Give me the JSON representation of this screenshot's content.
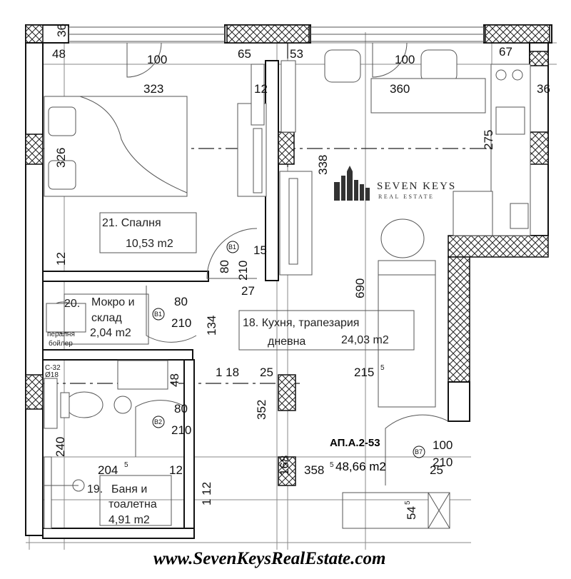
{
  "rooms": {
    "bedroom": {
      "label": "21. Спалня",
      "area": "10,53 m2"
    },
    "storage": {
      "num": "20.",
      "label1": "Мокро и",
      "label2": "склад",
      "area": "2,04 m2",
      "note1": "пералня",
      "note2": "бойлер"
    },
    "kitchen": {
      "label": "18. Кухня, трапезария",
      "label2": "дневна",
      "area": "24,03 m2"
    },
    "bath": {
      "num": "19.",
      "label1": "Баня и",
      "label2": "тоалетна",
      "area": "4,91 m2"
    }
  },
  "apartment": {
    "id": "АП.А.2-53",
    "area": "48,66 m2"
  },
  "doors": {
    "b1a": "B1",
    "b1b": "B1",
    "b2": "B2",
    "b7": "B7"
  },
  "dimensions": {
    "d36_top": "36",
    "d48": "48",
    "d100_left": "100",
    "d65": "65",
    "d53": "53",
    "d100_right": "100",
    "d67": "67",
    "d323": "323",
    "d12_closet": "12",
    "d360": "360",
    "d36_right": "36",
    "d326": "326",
    "d338": "338",
    "d275": "275",
    "d12_left": "12",
    "d80_door": "80",
    "d210_door": "210",
    "d15": "15",
    "d27": "27",
    "d80_storage": "80",
    "d210_storage": "210",
    "d134": "134",
    "d690": "690",
    "d118": "1 18",
    "d25a": "25",
    "d215": "215",
    "d215_sup": "5",
    "d48_bath": "48",
    "d80_bath": "80",
    "d210_bath": "210",
    "d352": "352",
    "d240": "240",
    "d100_entry": "100",
    "d210_entry": "210",
    "d204": "204",
    "d204_sup": "5",
    "d12_bath": "12",
    "d168": "168",
    "d358": "358",
    "d358_sup": "5",
    "d25b": "25",
    "d112": "1 12",
    "d54": "54",
    "d54_sup": "5"
  },
  "logo": {
    "name": "SEVEN KEYS",
    "sub": "REAL ESTATE"
  },
  "watermark": {
    "url": "www.SevenKeysRealEstate.com"
  },
  "misc": {
    "c32": "C-32",
    "c18": "Ø18"
  }
}
